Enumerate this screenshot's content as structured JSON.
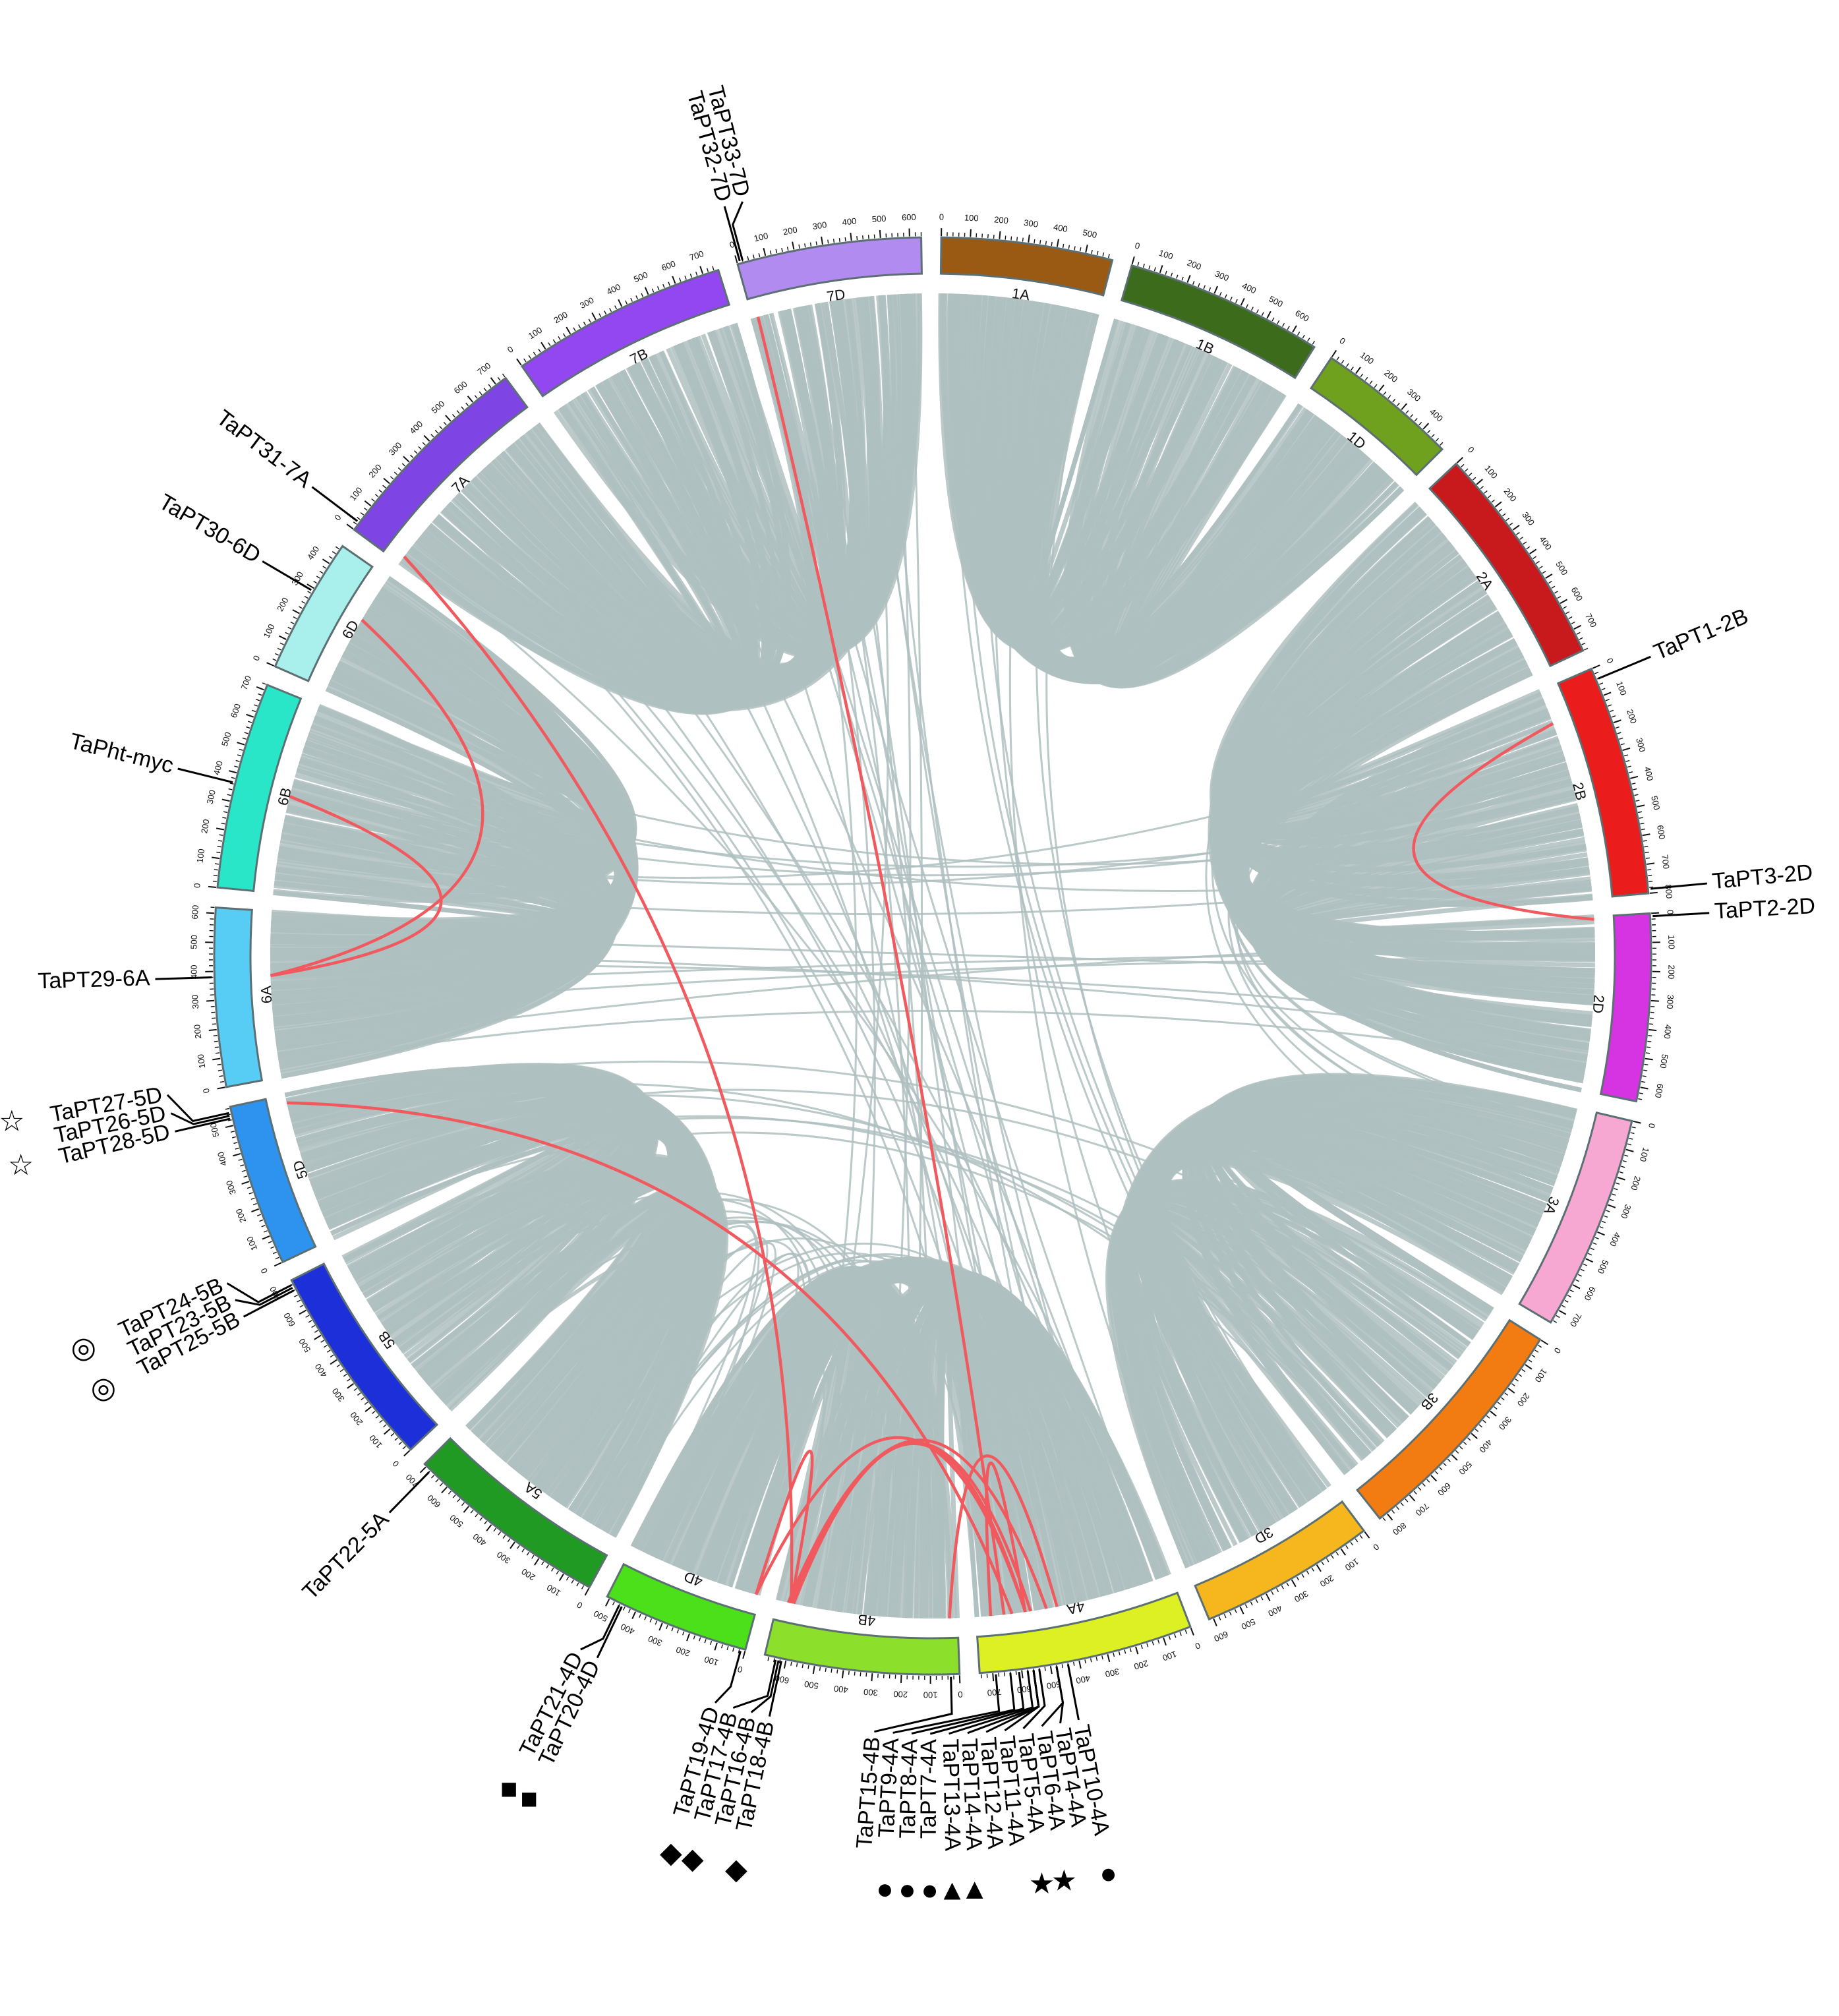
{
  "chart_data": {
    "type": "circos",
    "chromosomes": [
      {
        "name": "1A",
        "length": 595,
        "color": "#9A5A13"
      },
      {
        "name": "1B",
        "length": 690,
        "color": "#3C6B1B"
      },
      {
        "name": "1D",
        "length": 495,
        "color": "#6FA01E"
      },
      {
        "name": "2A",
        "length": 780,
        "color": "#C8191C"
      },
      {
        "name": "2B",
        "length": 800,
        "color": "#EA1C1C"
      },
      {
        "name": "2D",
        "length": 650,
        "color": "#D633E2"
      },
      {
        "name": "3A",
        "length": 750,
        "color": "#F6A7D2"
      },
      {
        "name": "3B",
        "length": 830,
        "color": "#F27B12"
      },
      {
        "name": "3D",
        "length": 615,
        "color": "#F6B61E"
      },
      {
        "name": "4A",
        "length": 745,
        "color": "#DDF023"
      },
      {
        "name": "4B",
        "length": 675,
        "color": "#8CE02B"
      },
      {
        "name": "4D",
        "length": 510,
        "color": "#4BE019"
      },
      {
        "name": "5A",
        "length": 710,
        "color": "#219A23"
      },
      {
        "name": "5B",
        "length": 715,
        "color": "#1D2FD9"
      },
      {
        "name": "5D",
        "length": 565,
        "color": "#2D93EE"
      },
      {
        "name": "6A",
        "length": 620,
        "color": "#57CDF5"
      },
      {
        "name": "6B",
        "length": 720,
        "color": "#28E6C7"
      },
      {
        "name": "6D",
        "length": 475,
        "color": "#A9F0EC"
      },
      {
        "name": "7A",
        "length": 740,
        "color": "#7F44E4"
      },
      {
        "name": "7B",
        "length": 755,
        "color": "#9347F0"
      },
      {
        "name": "7D",
        "length": 640,
        "color": "#B28BF0"
      }
    ],
    "genes": [
      {
        "name": "TaPT1-2B",
        "chr": "2B",
        "pos": 40
      },
      {
        "name": "TaPT3-2D",
        "chr": "2B",
        "pos": 785
      },
      {
        "name": "TaPT2-2D",
        "chr": "2D",
        "pos": 10
      },
      {
        "name": "TaPT4-4A",
        "chr": "4A",
        "pos": 480
      },
      {
        "name": "TaPT5-4A",
        "chr": "4A",
        "pos": 540
      },
      {
        "name": "TaPT6-4A",
        "chr": "4A",
        "pos": 480
      },
      {
        "name": "TaPT7-4A",
        "chr": "4A",
        "pos": 610
      },
      {
        "name": "TaPT8-4A",
        "chr": "4A",
        "pos": 640
      },
      {
        "name": "TaPT9-4A",
        "chr": "4A",
        "pos": 690
      },
      {
        "name": "TaPT10-4A",
        "chr": "4A",
        "pos": 440
      },
      {
        "name": "TaPT11-4A",
        "chr": "4A",
        "pos": 560
      },
      {
        "name": "TaPT12-4A",
        "chr": "4A",
        "pos": 560
      },
      {
        "name": "TaPT13-4A",
        "chr": "4A",
        "pos": 580
      },
      {
        "name": "TaPT14-4A",
        "chr": "4A",
        "pos": 560
      },
      {
        "name": "TaPT15-4B",
        "chr": "4B",
        "pos": 30
      },
      {
        "name": "TaPT16-4B",
        "chr": "4B",
        "pos": 625
      },
      {
        "name": "TaPT17-4B",
        "chr": "4B",
        "pos": 635
      },
      {
        "name": "TaPT18-4B",
        "chr": "4B",
        "pos": 615
      },
      {
        "name": "TaPT19-4D",
        "chr": "4D",
        "pos": 15
      },
      {
        "name": "TaPT20-4D",
        "chr": "4D",
        "pos": 450
      },
      {
        "name": "TaPT21-4D",
        "chr": "4D",
        "pos": 460
      },
      {
        "name": "TaPT22-5A",
        "chr": "5A",
        "pos": 680
      },
      {
        "name": "TaPT23-5B",
        "chr": "5B",
        "pos": 690
      },
      {
        "name": "TaPT24-5B",
        "chr": "5B",
        "pos": 700
      },
      {
        "name": "TaPT25-5B",
        "chr": "5B",
        "pos": 680
      },
      {
        "name": "TaPT26-5D",
        "chr": "5D",
        "pos": 535
      },
      {
        "name": "TaPT27-5D",
        "chr": "5D",
        "pos": 545
      },
      {
        "name": "TaPT28-5D",
        "chr": "5D",
        "pos": 525
      },
      {
        "name": "TaPT29-6A",
        "chr": "6A",
        "pos": 380
      },
      {
        "name": "TaPht-myc",
        "chr": "6B",
        "pos": 365
      },
      {
        "name": "TaPT30-6D",
        "chr": "6D",
        "pos": 290
      },
      {
        "name": "TaPT31-7A",
        "chr": "7A",
        "pos": 30
      },
      {
        "name": "TaPT32-7D",
        "chr": "7D",
        "pos": 10
      },
      {
        "name": "TaPT33-7D",
        "chr": "7D",
        "pos": 20
      }
    ],
    "markers": [
      {
        "symbol": "☆",
        "gene": "TaPT27-5D"
      },
      {
        "symbol": "☆",
        "gene": "TaPT28-5D"
      },
      {
        "symbol": "◎",
        "gene": "TaPT24-5B"
      },
      {
        "symbol": "◎",
        "gene": "TaPT25-5B"
      },
      {
        "symbol": "■",
        "gene": "TaPT20-4D"
      },
      {
        "symbol": "■",
        "gene": "TaPT21-4D"
      },
      {
        "symbol": "◆",
        "gene": "TaPT19-4D"
      },
      {
        "symbol": "◆",
        "gene": "TaPT18-4B"
      },
      {
        "symbol": "◆",
        "gene": "TaPT17-4B"
      },
      {
        "symbol": "●",
        "gene": "TaPT9-4A"
      },
      {
        "symbol": "●",
        "gene": "TaPT8-4A"
      },
      {
        "symbol": "●",
        "gene": "TaPT7-4A"
      },
      {
        "symbol": "★",
        "gene": "TaPT5-4A"
      },
      {
        "symbol": "★",
        "gene": "TaPT6-4A"
      },
      {
        "symbol": "●",
        "gene": "TaPT10-4A"
      },
      {
        "symbol": "▲",
        "gene": "TaPT13-4A"
      },
      {
        "symbol": "▲",
        "gene": "TaPT14-4A"
      }
    ],
    "duplication_links": [
      {
        "from": {
          "chr": "2B",
          "pos": 130
        },
        "to": {
          "chr": "2D",
          "pos": 10
        }
      },
      {
        "from": {
          "chr": "6D",
          "pos": 290
        },
        "to": {
          "chr": "6A",
          "pos": 380
        }
      },
      {
        "from": {
          "chr": "6B",
          "pos": 365
        },
        "to": {
          "chr": "6A",
          "pos": 380
        }
      },
      {
        "from": {
          "chr": "7A",
          "pos": 30
        },
        "to": {
          "chr": "4B",
          "pos": 625
        }
      },
      {
        "from": {
          "chr": "7D",
          "pos": 20
        },
        "to": {
          "chr": "4A",
          "pos": 640
        }
      },
      {
        "from": {
          "chr": "5D",
          "pos": 535
        },
        "to": {
          "chr": "4A",
          "pos": 610
        }
      },
      {
        "from": {
          "chr": "4D",
          "pos": 15
        },
        "to": {
          "chr": "4A",
          "pos": 560
        }
      },
      {
        "from": {
          "chr": "4D",
          "pos": 15
        },
        "to": {
          "chr": "4B",
          "pos": 625
        }
      },
      {
        "from": {
          "chr": "4B",
          "pos": 625
        },
        "to": {
          "chr": "4A",
          "pos": 540
        }
      },
      {
        "from": {
          "chr": "4B",
          "pos": 615
        },
        "to": {
          "chr": "4A",
          "pos": 560
        }
      },
      {
        "from": {
          "chr": "4B",
          "pos": 635
        },
        "to": {
          "chr": "4A",
          "pos": 480
        }
      },
      {
        "from": {
          "chr": "4B",
          "pos": 30
        },
        "to": {
          "chr": "4A",
          "pos": 440
        }
      },
      {
        "from": {
          "chr": "4A",
          "pos": 690
        },
        "to": {
          "chr": "4A",
          "pos": 560
        }
      }
    ],
    "colors": {
      "synteny": "#AFBFC0",
      "duplication": "#F0595E",
      "outline": "#5C6F73"
    }
  }
}
